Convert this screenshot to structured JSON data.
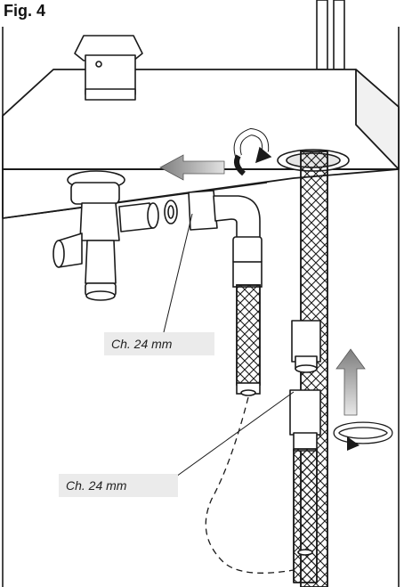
{
  "figure": {
    "title": "Fig. 4"
  },
  "callouts": [
    {
      "label": "Ch. 24 mm"
    },
    {
      "label": "Ch. 24 mm"
    }
  ],
  "colors": {
    "line": "#1a1a1a",
    "shade_dark": "#8a8a8a",
    "shade_light": "#d9d9d9",
    "callout_bg": "#ebebeb"
  }
}
